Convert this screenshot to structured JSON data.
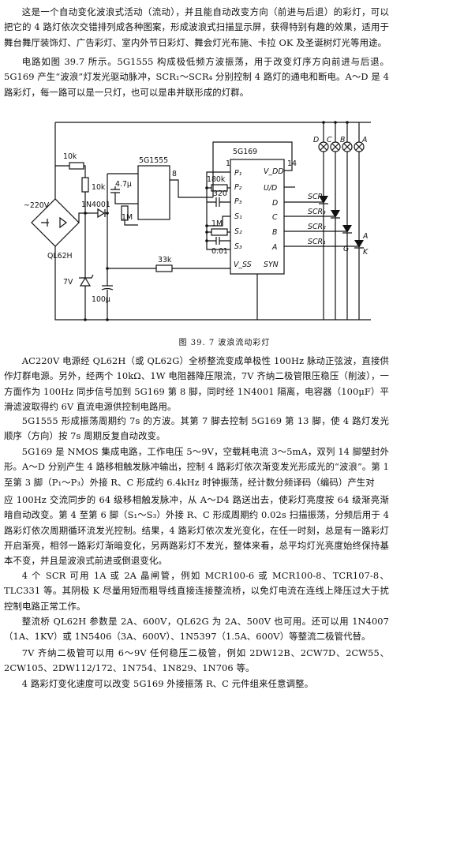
{
  "paragraphs": {
    "p1": "这是一个自动变化波浪式活动（流动），并且能自动改变方向（前进与后退）的彩灯，可以把它的 4 路灯依次交错排列成各种图案，形成波浪式扫描显示屏，获得特别有趣的效果，适用于舞台舞厅装饰灯、广告彩灯、室内外节日彩灯、舞会灯光布施、卡拉 OK 及圣诞树灯光等用途。",
    "p2": "电路如图 39.7 所示。5G1555 构成极低频方波振荡，用于改变灯序方向前进与后退。5G169 产生“波浪”灯发光驱动脉冲，SCR₁～SCR₄ 分别控制 4 路灯的通电和断电。A～D 是 4 路彩灯，每一路可以是一只灯，也可以是串并联形成的灯群。",
    "p3": "AC220V 电源经 QL62H（或 QL62G）全桥整流变成单极性 100Hz 脉动正弦波，直接供作灯群电源。另外，经两个 10kΩ、1W 电阻器降压限流，7V 齐纳二极管限压稳压（削波），一方面作为 100Hz 同步信号加到 5G169 第 8 脚，同时经 1N4001 隔离，电容器（100μF）平滑滤波取得约 6V 直流电源供控制电路用。",
    "p4": "5G1555 形成振荡周期约 7s 的方波。其第 7 脚去控制 5G169 第 13 脚，使 4 路灯发光顺序（方向）按 7s 周期反复自动改变。",
    "p5": "5G169 是 NMOS 集成电路，工作电压 5～9V，空载耗电流 3～5mA，双列 14 脚塑封外形。A～D 分别产生 4 路移相触发脉冲输出，控制 4 路彩灯依次渐变发光形成光的“波浪”。第 1 至第 3 脚（P₁～P₃）外接 R、C 形成约 6.4kHz 时钟振荡，经计数分频译码（编码）产生对",
    "p5b": "应 100Hz 交流同步的 64 级移相触发脉冲，从 A～D4 路送出去，使彩灯亮度按 64 级渐亮渐暗自动改变。第 4 至第 6 脚（S₁～S₃）外接 R、C 形成周期约 0.02s 扫描振荡，分频后用于 4 路彩灯依次周期循环流发光控制。结果，4 路彩灯依次发光变化，在任一时刻，总是有一路彩灯开启渐亮，相邻一路彩灯渐暗变化，另两路彩灯不发光，整体来看，总平均灯光亮度始终保持基本不变，并且是波浪式前进或倒退变化。",
    "p6": "4 个 SCR 可用 1A 或 2A 晶闸管，例如 MCR100-6 或 MCR100-8、TCR107-8、TLC331 等。其阴极 K 尽量用短而粗导线直接连接整流桥，以免灯电流在连线上降压过大于扰控制电路正常工作。",
    "p7": "整流桥 QL62H 参数是 2A、600V，QL62G 为 2A、500V 也可用。还可以用 1N4007（1A、1KV）或 1N5406（3A、600V）、1N5397（1.5A、600V）等整流二极管代替。",
    "p8": "7V 齐纳二极管可以用 6～9V 任何稳压二极管，例如 2DW12B、2CW7D、2CW55、2CW105、2DW112/172、1N754、1N829、1N706 等。",
    "p9": "4 路彩灯变化速度可以改变 5G169 外接振荡 R、C 元件组来任意调整。"
  },
  "figure": {
    "caption": "图 39. 7   波浪流动彩灯",
    "labels": {
      "ac": "~220V",
      "bridge": "QL62H",
      "zener": "7V",
      "cap_filter": "100μ",
      "r1": "10k",
      "r2": "10k",
      "diode": "1N4001",
      "ic1": "5G1555",
      "ic1_pin": "8",
      "c1": "4.7μ",
      "r_1m_a": "1M",
      "r_33k": "33k",
      "ic2": "5G169",
      "pin1": "1",
      "pin14": "14",
      "r180k": "180k",
      "c320": "320",
      "r_1m_b": "1M",
      "c001": "0.01",
      "pin_p1": "P₁",
      "pin_p2": "P₂",
      "pin_p3": "P₃",
      "pin_s1": "S₁",
      "pin_s2": "S₂",
      "pin_s3": "S₃",
      "pin_vdd": "V_DD",
      "pin_ud": "U/D",
      "pin_d": "D",
      "pin_c": "C",
      "pin_b": "B",
      "pin_a": "A",
      "pin_vss": "V_SS",
      "pin_syn": "SYN",
      "scr1": "SCR₁",
      "scr2": "SCR₂",
      "scr3": "SCR₃",
      "scr4": "SCR₄",
      "lamp_d": "D",
      "lamp_c": "C",
      "lamp_b": "B",
      "lamp_a": "A",
      "term_a": "A",
      "term_g": "G",
      "term_k": "K"
    }
  }
}
